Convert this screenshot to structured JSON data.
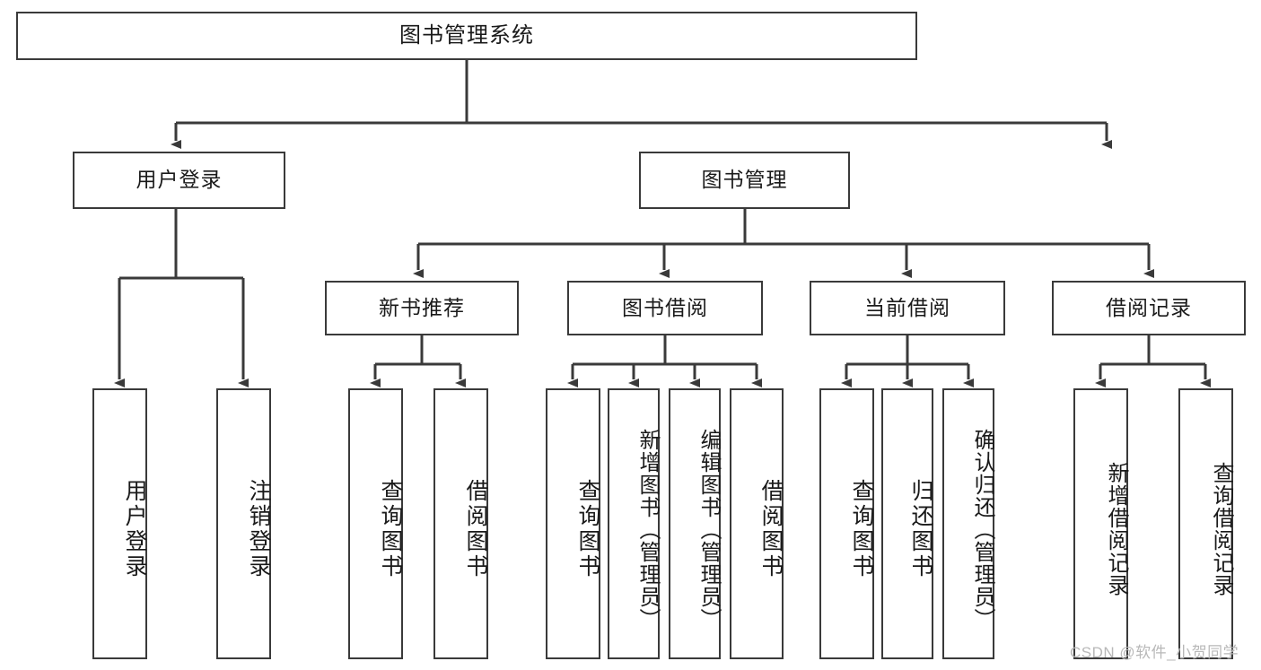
{
  "diagram": {
    "type": "tree-hierarchy-flowchart",
    "title": "图书管理系统",
    "stroke_color": "#3a3a3a",
    "background_color": "#ffffff",
    "text_color": "#1a1a1a",
    "levels": [
      {
        "level": 1,
        "nodes": [
          {
            "id": "root",
            "label": "图书管理系统",
            "orientation": "horizontal"
          }
        ]
      },
      {
        "level": 2,
        "nodes": [
          {
            "id": "login",
            "label": "用户登录",
            "orientation": "horizontal",
            "parent": "root"
          },
          {
            "id": "bookmgmt",
            "label": "图书管理",
            "orientation": "horizontal",
            "parent": "root"
          }
        ]
      },
      {
        "level": 3,
        "nodes": [
          {
            "id": "newbook",
            "label": "新书推荐",
            "orientation": "horizontal",
            "parent": "bookmgmt"
          },
          {
            "id": "borrow",
            "label": "图书借阅",
            "orientation": "horizontal",
            "parent": "bookmgmt"
          },
          {
            "id": "current",
            "label": "当前借阅",
            "orientation": "horizontal",
            "parent": "bookmgmt"
          },
          {
            "id": "record",
            "label": "借阅记录",
            "orientation": "horizontal",
            "parent": "bookmgmt"
          }
        ]
      },
      {
        "level": 4,
        "nodes": [
          {
            "id": "leaf1",
            "label": "用户登录",
            "orientation": "vertical",
            "parent": "login"
          },
          {
            "id": "leaf2",
            "label": "注销登录",
            "orientation": "vertical",
            "parent": "login"
          },
          {
            "id": "leaf3",
            "label": "查询图书",
            "orientation": "vertical",
            "parent": "newbook"
          },
          {
            "id": "leaf4",
            "label": "借阅图书",
            "orientation": "vertical",
            "parent": "newbook"
          },
          {
            "id": "leaf5",
            "label": "查询图书",
            "orientation": "vertical",
            "parent": "borrow"
          },
          {
            "id": "leaf6",
            "label": "新增图书（管理员）",
            "orientation": "vertical",
            "parent": "borrow"
          },
          {
            "id": "leaf7",
            "label": "编辑图书（管理员）",
            "orientation": "vertical",
            "parent": "borrow"
          },
          {
            "id": "leaf8",
            "label": "借阅图书",
            "orientation": "vertical",
            "parent": "borrow"
          },
          {
            "id": "leaf9",
            "label": "查询图书",
            "orientation": "vertical",
            "parent": "current"
          },
          {
            "id": "leaf10",
            "label": "归还图书",
            "orientation": "vertical",
            "parent": "current"
          },
          {
            "id": "leaf11",
            "label": "确认归还（管理员）",
            "orientation": "vertical",
            "parent": "current"
          },
          {
            "id": "leaf12",
            "label": "新增借阅记录",
            "orientation": "vertical",
            "parent": "record"
          },
          {
            "id": "leaf13",
            "label": "查询借阅记录",
            "orientation": "vertical",
            "parent": "record"
          }
        ]
      }
    ]
  },
  "watermark": {
    "text": "CSDN @软件_小贺同学"
  }
}
